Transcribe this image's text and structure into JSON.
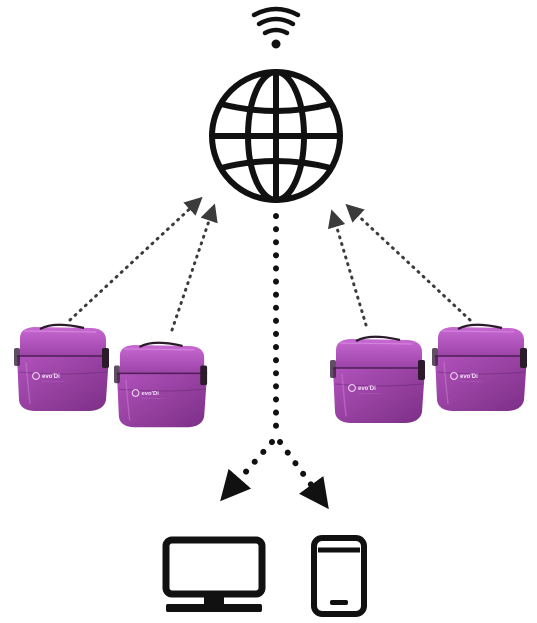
{
  "diagram": {
    "hub": {
      "icon": "globe-icon",
      "signal_icon": "wifi-icon"
    },
    "devices": [
      {
        "icon": "purple-device-icon",
        "brand": "evo'Di",
        "subtext": "..."
      },
      {
        "icon": "purple-device-icon",
        "brand": "evo'Di",
        "subtext": "..."
      },
      {
        "icon": "purple-device-icon",
        "brand": "evo'Di",
        "subtext": "..."
      },
      {
        "icon": "purple-device-icon",
        "brand": "evo'Di",
        "subtext": "..."
      }
    ],
    "endpoints": [
      {
        "icon": "desktop-monitor-icon"
      },
      {
        "icon": "smartphone-icon"
      }
    ],
    "colors": {
      "line": "#3a3a3a",
      "device_body": "#9b3fa6",
      "device_lid": "#b45ac0",
      "icon_stroke": "#111111"
    }
  }
}
